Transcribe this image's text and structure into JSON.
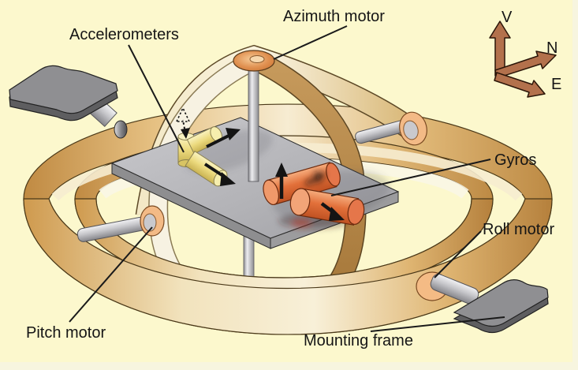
{
  "figure": {
    "type": "technical-diagram",
    "subject": "Gimbaled inertial platform with gyros and accelerometers",
    "background_color": "#fcf8cd",
    "labels": {
      "accelerometers": "Accelerometers",
      "azimuth_motor": "Azimuth motor",
      "gyros": "Gyros",
      "roll_motor": "Roll motor",
      "pitch_motor": "Pitch motor",
      "mounting_frame": "Mounting frame"
    },
    "compass": {
      "vertical": "V",
      "north": "N",
      "east": "E",
      "arrow_color": "#b3714c"
    },
    "colors": {
      "ring_gold": "#dcab63",
      "ring_dark_brown": "#b5854a",
      "ring_highlight": "#f7eed6",
      "platform_gray": "#b4b4b8",
      "shaft_gray": "#c9c9cd",
      "accelerometer_yellow": "#eedd84",
      "gyro_orange": "#e0703c",
      "bushing_orange": "#f4bb85",
      "disc_orange": "#e09050",
      "bracket_gray": "#8f8f92",
      "arrow_black": "#1a1a1a",
      "text_color": "#151515"
    }
  }
}
